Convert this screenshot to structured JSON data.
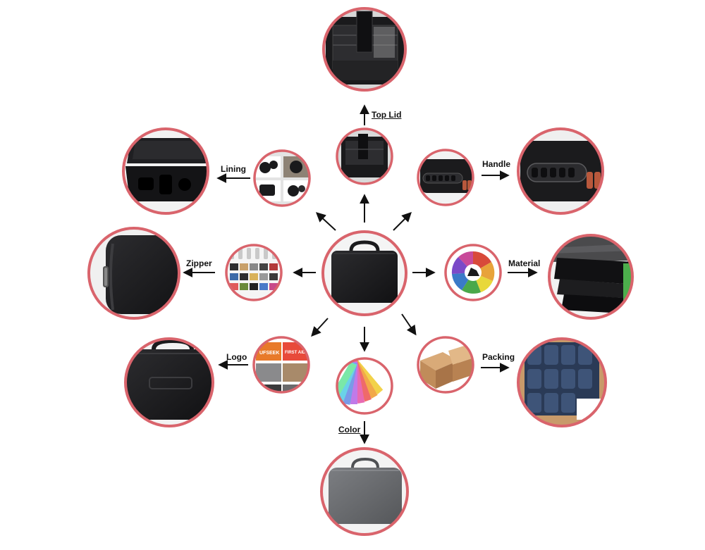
{
  "labels": {
    "top_lid": "Top Lid",
    "lining": "Lining",
    "handle": "Handle",
    "zipper": "Zipper",
    "material": "Material",
    "logo": "Logo",
    "packing": "Packing",
    "color": "Color"
  },
  "logo_samples": {
    "brand_text": "UFSEEK",
    "card_text": "FIRST AID"
  },
  "colors": {
    "ring": "#d9646c",
    "case_black": "#1b1b1d",
    "case_grey": "#6e7073",
    "box_kraft": "#c89a6a",
    "arrow": "#111111"
  },
  "icons": [
    "arrow-up-icon",
    "arrow-left-icon",
    "arrow-right-icon",
    "arrow-down-icon"
  ]
}
